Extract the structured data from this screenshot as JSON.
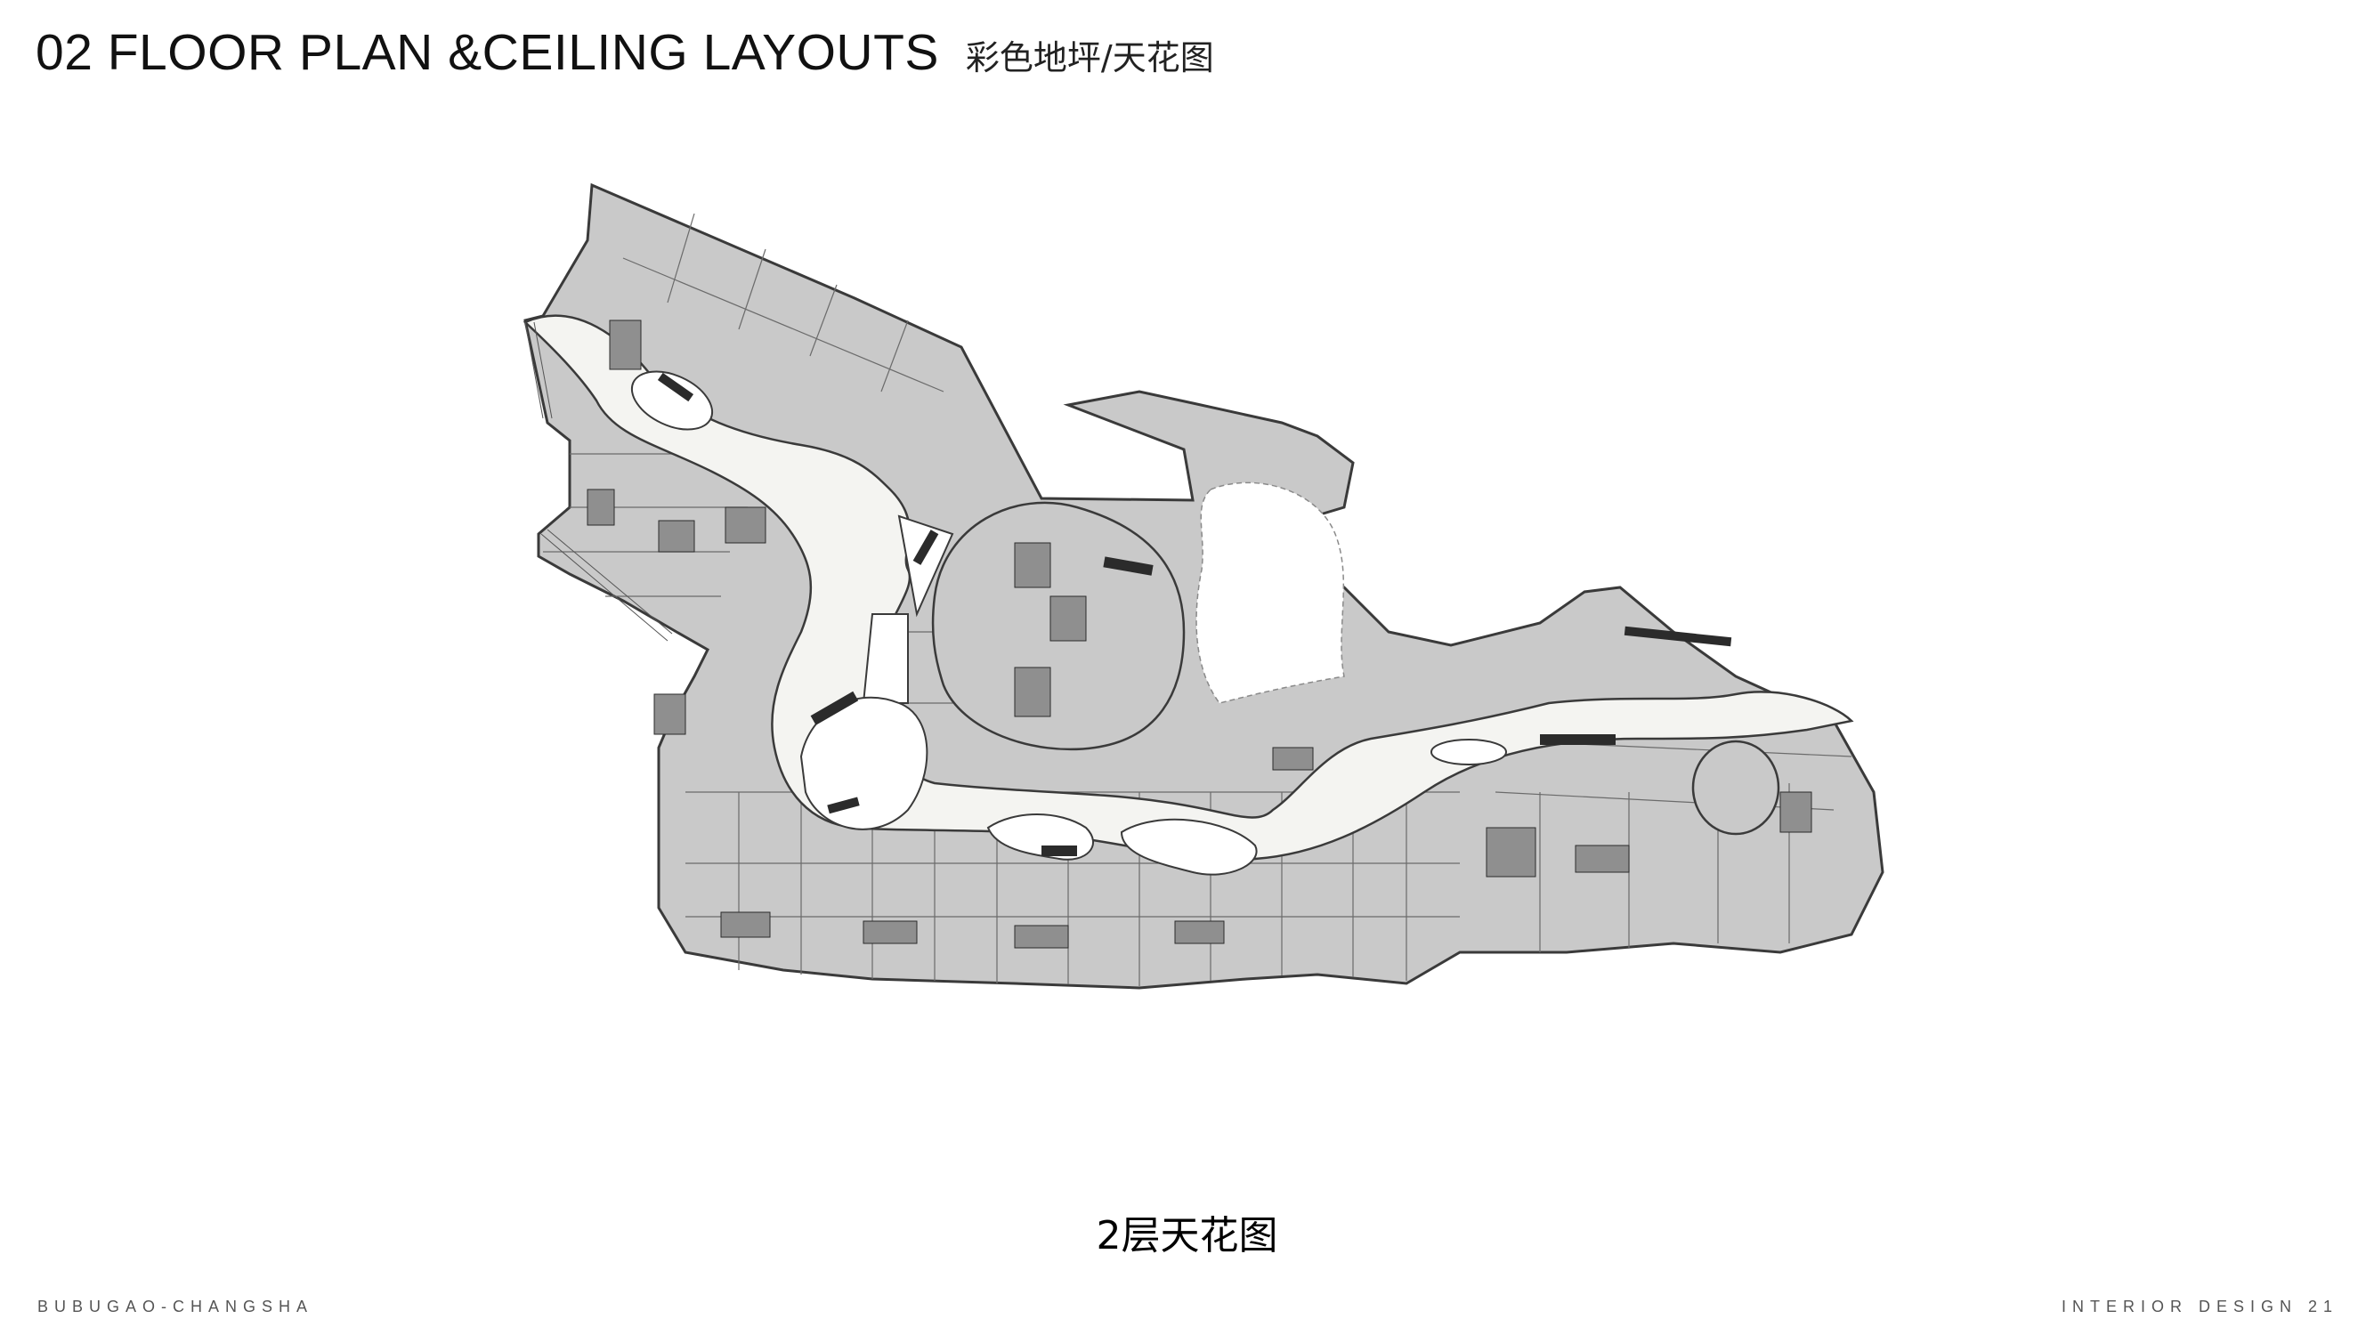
{
  "header": {
    "title": "02  FLOOR PLAN &CEILING LAYOUTS",
    "subtitle": "彩色地坪/天花图"
  },
  "drawing": {
    "caption": "2层天花图"
  },
  "footer": {
    "left_text": "BUBUGAO-CHANGSHA",
    "right_text": "INTERIOR DESIGN 21"
  },
  "colors": {
    "floor_fill": "#c9c9c9",
    "corridor_fill": "#f4f4f1",
    "void_fill": "#ffffff",
    "line": "#3a3a3a",
    "escalator": "#2b2b2b"
  }
}
